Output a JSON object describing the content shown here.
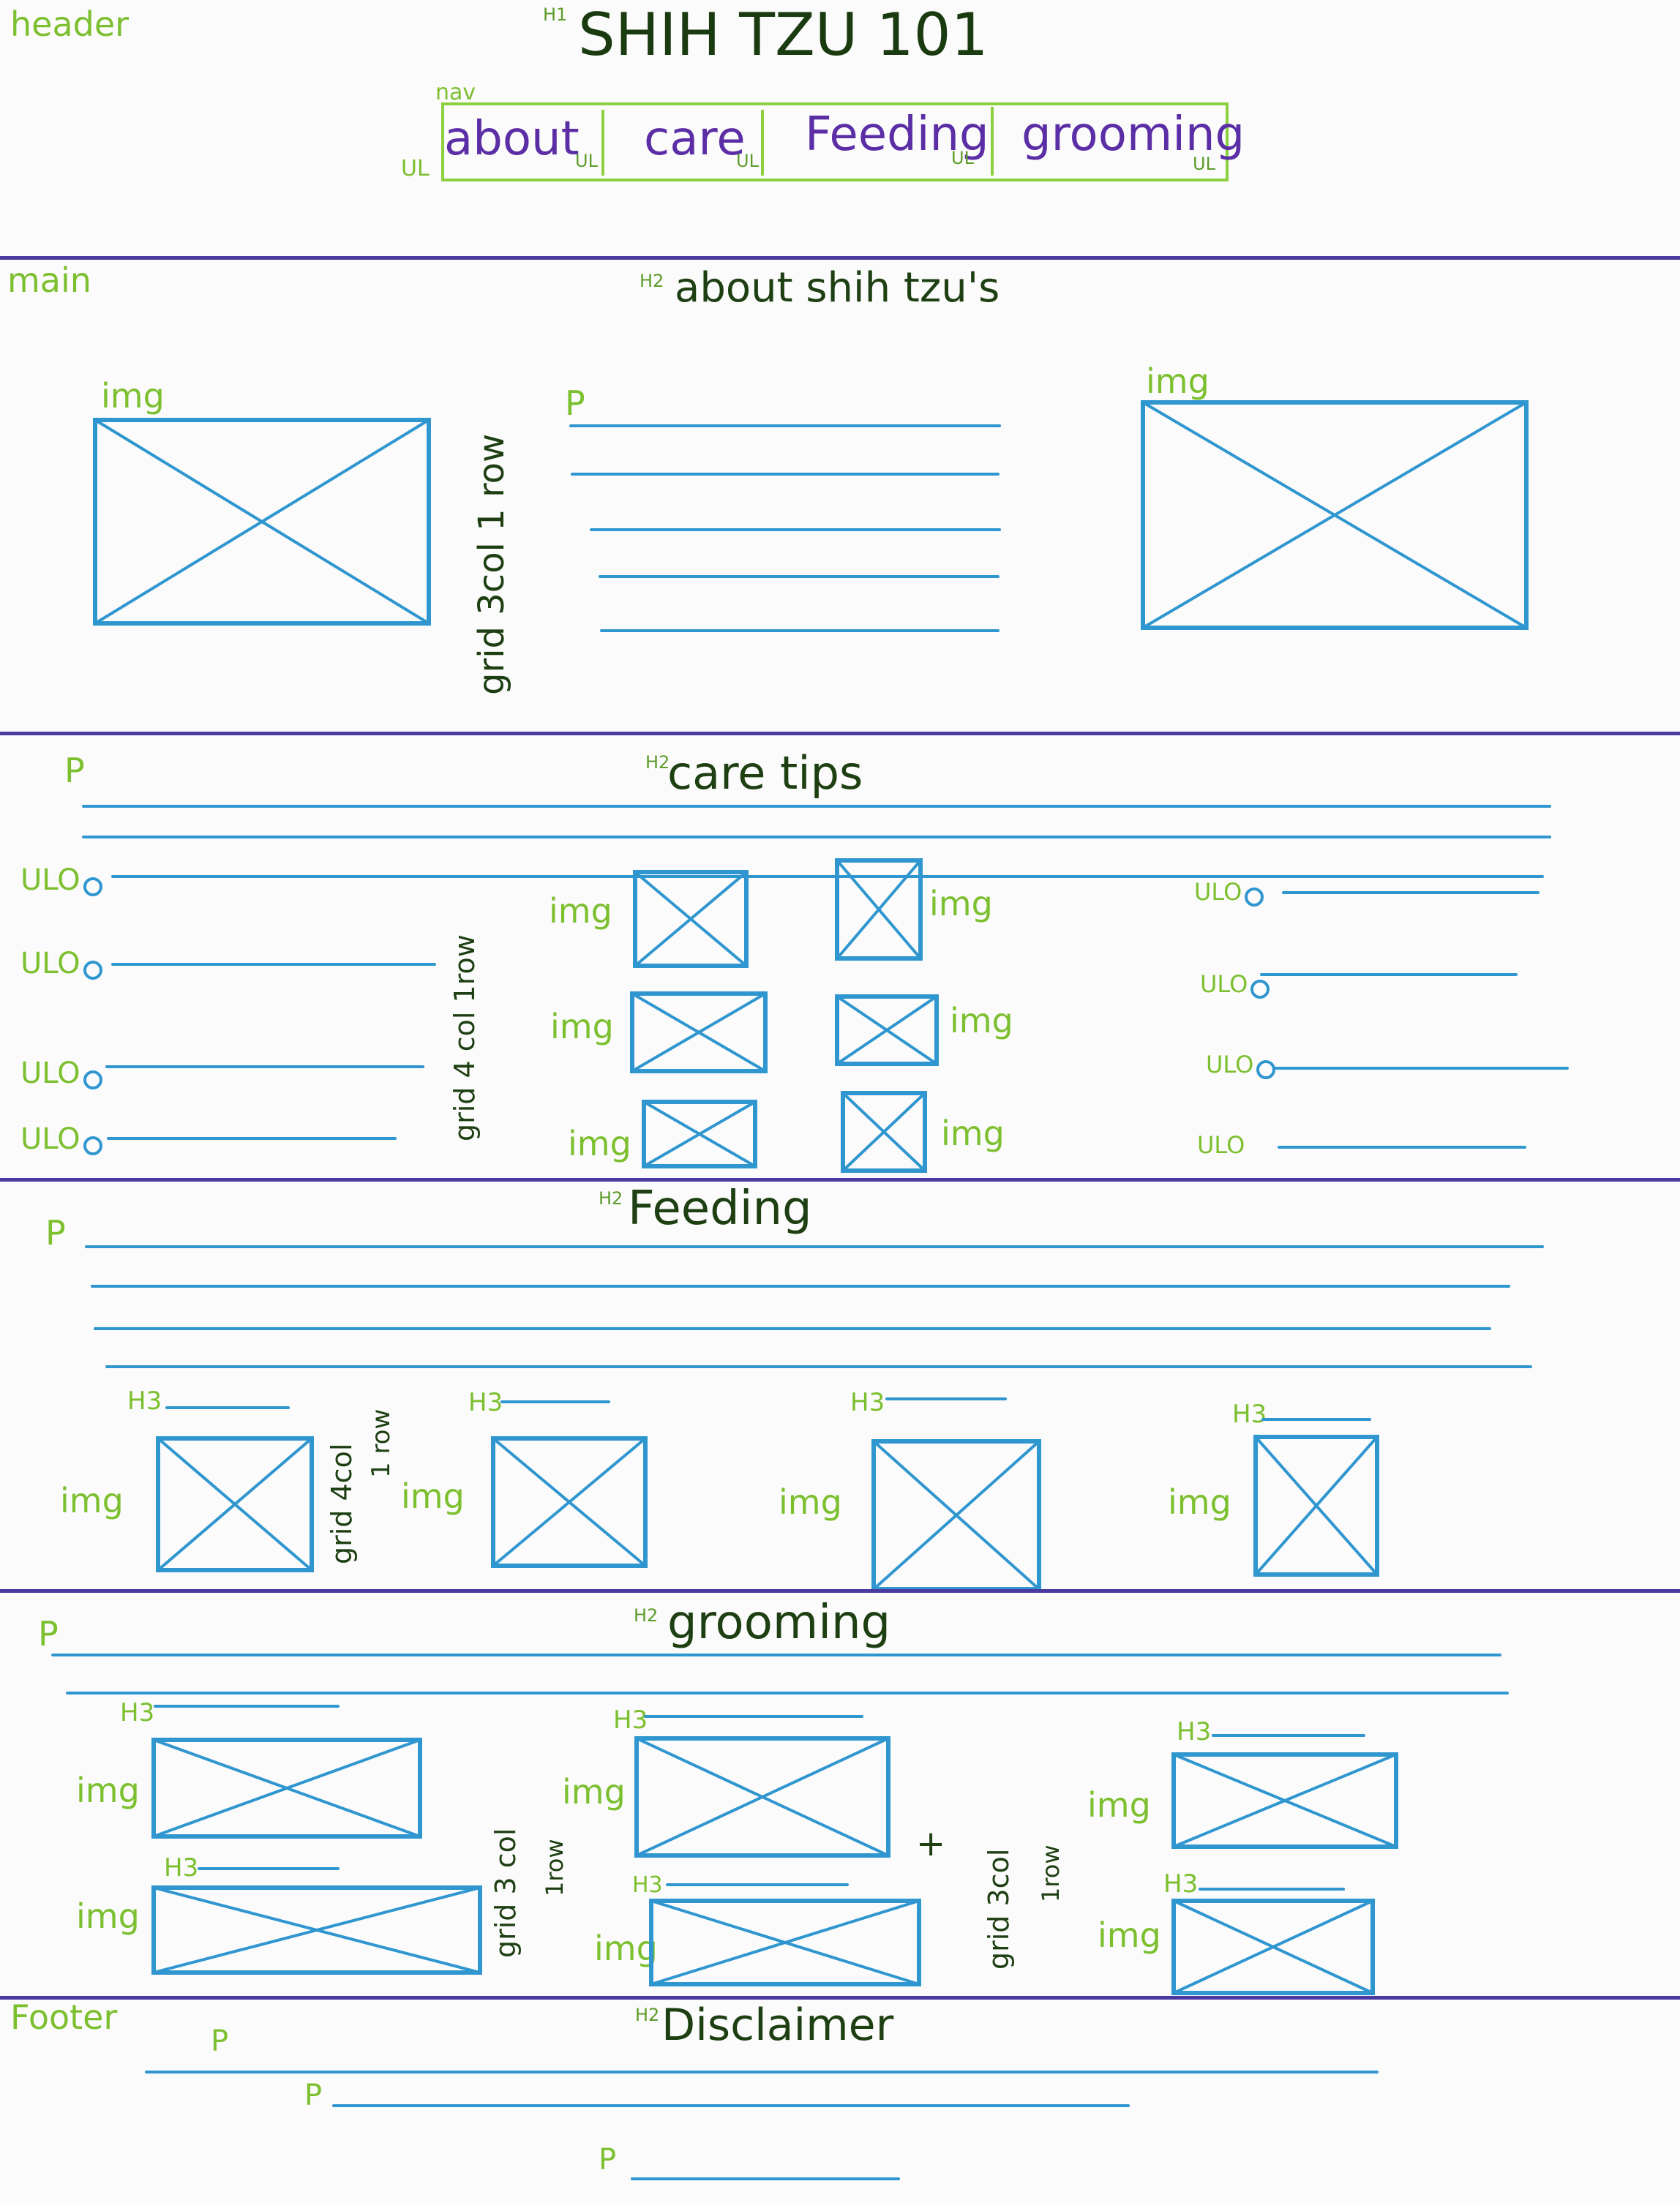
{
  "header": {
    "region_label": "header",
    "h1_tag": "H1",
    "title": "SHIH TZU 101",
    "nav_label": "nav",
    "ul_label": "UL",
    "nav_items": [
      "about",
      "care",
      "Feeding",
      "grooming"
    ]
  },
  "main": {
    "region_label": "main",
    "h2_tag": "H2",
    "h3_tag": "H3",
    "p_label": "P",
    "img_label": "img",
    "ulo_label": "ULO",
    "about": {
      "heading": "about shih tzu's",
      "p_label": "P",
      "img_label": "img",
      "grid_note": "grid 3col 1 row"
    },
    "care": {
      "heading": "care tips",
      "grid_note": "grid 4 col 1row"
    },
    "feeding": {
      "heading": "Feeding",
      "grid_note_a": "grid 4col",
      "grid_note_b": "1 row"
    },
    "grooming": {
      "heading": "grooming",
      "grid_note_a": "grid 3 col",
      "grid_note_b": "1row",
      "plus": "+",
      "grid_note_c": "grid 3col",
      "grid_note_d": "1row"
    }
  },
  "footer": {
    "region_label": "Footer",
    "heading": "Disclaimer",
    "p_label": "P"
  },
  "colors": {
    "label_green": "#7cbf2f",
    "heading_dark": "#1d3f12",
    "nav_purple": "#5b2ea6",
    "sketch_blue": "#2f96cf",
    "divider_purple": "#4b3aa0"
  }
}
